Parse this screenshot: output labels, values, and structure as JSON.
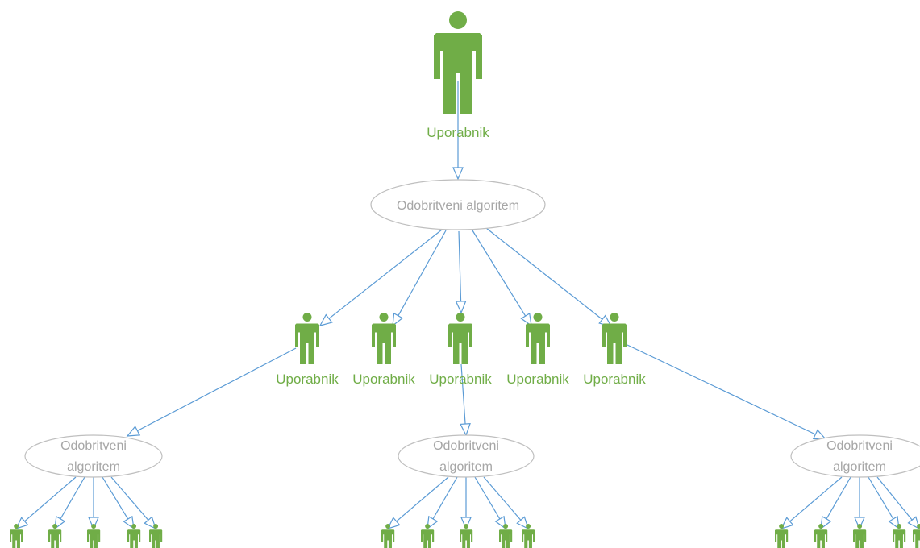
{
  "colors": {
    "user": "#70ad47",
    "algorithm_text": "#a6a6a6",
    "algorithm_border": "#bfbfbf",
    "connector": "#5b9bd5"
  },
  "icons": {
    "user": "person-icon"
  },
  "root": {
    "label": "Uporabnik",
    "children": {
      "label": "Odobritveni algoritem",
      "users": [
        {
          "label": "Uporabnik"
        },
        {
          "label": "Uporabnik"
        },
        {
          "label": "Uporabnik"
        },
        {
          "label": "Uporabnik"
        },
        {
          "label": "Uporabnik"
        }
      ]
    }
  },
  "sub_algorithms": [
    {
      "label_line1": "Odobritveni",
      "label_line2": "algoritem"
    },
    {
      "label_line1": "Odobritveni",
      "label_line2": "algoritem"
    },
    {
      "label_line1": "Odobritveni",
      "label_line2": "algoritem"
    }
  ]
}
